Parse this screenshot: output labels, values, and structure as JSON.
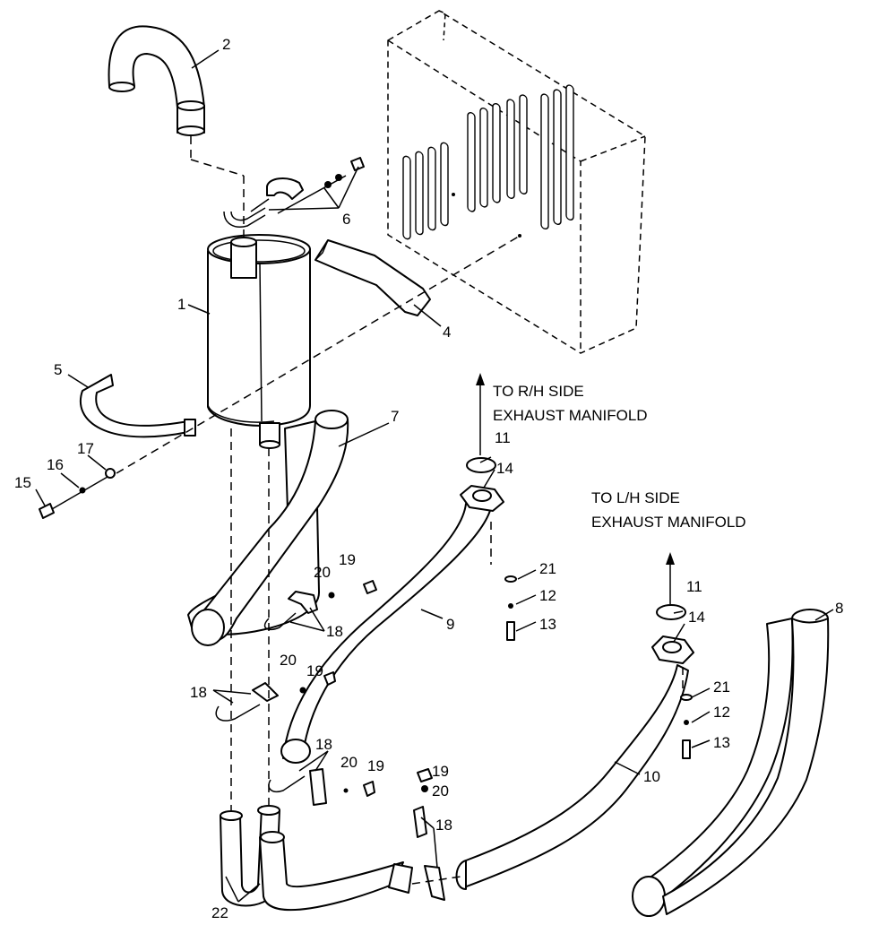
{
  "callouts": {
    "c1": "1",
    "c2": "2",
    "c4": "4",
    "c5": "5",
    "c6": "6",
    "c7": "7",
    "c8": "8",
    "c9": "9",
    "c10": "10",
    "c11a": "11",
    "c11b": "11",
    "c12a": "12",
    "c12b": "12",
    "c13a": "13",
    "c13b": "13",
    "c14a": "14",
    "c14b": "14",
    "c15": "15",
    "c16": "16",
    "c17": "17",
    "c18a": "18",
    "c18b": "18",
    "c18c": "18",
    "c18d": "18",
    "c19a": "19",
    "c19b": "19",
    "c19c": "19",
    "c19d": "19",
    "c20a": "20",
    "c20b": "20",
    "c20c": "20",
    "c20d": "20",
    "c21a": "21",
    "c21b": "21",
    "c22": "22"
  },
  "notes": {
    "rh_line1": "TO R/H SIDE",
    "rh_line2": "EXHAUST MANIFOLD",
    "lh_line1": "TO L/H SIDE",
    "lh_line2": "EXHAUST MANIFOLD"
  }
}
